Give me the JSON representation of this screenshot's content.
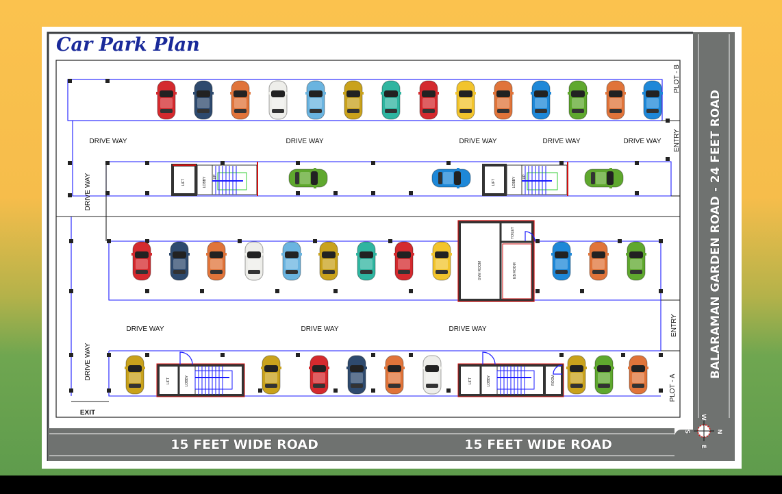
{
  "title": "Car Park Plan",
  "labels": {
    "drive_way": "DRIVE WAY",
    "entry": "ENTRY",
    "plot_a": "PLOT - A",
    "plot_b": "PLOT - B",
    "exit": "EXIT",
    "gym_room": "GYM ROOM",
    "eb_room": "EB ROOM",
    "toilet": "TOILET",
    "lift": "LIFT",
    "lobby": "LOBBY",
    "room": "ROOM",
    "up": "UP"
  },
  "roads": {
    "bottom": "15 FEET WIDE ROAD",
    "right": "BALARAMAN GARDEN ROAD - 24 FEET ROAD"
  },
  "compass": {
    "n": "N",
    "s": "S",
    "e": "E",
    "w": "W"
  },
  "colors": {
    "red": "#d42a2e",
    "navy": "#2e4a6e",
    "orange": "#e0743a",
    "white": "#eeeeea",
    "lightblue": "#6ab4e0",
    "mustard": "#c9a21c",
    "teal": "#2fb5a0",
    "yellow": "#f2c42c",
    "blue": "#1e88d8",
    "green": "#5fa82e",
    "plan_line": "#1a1aff",
    "wall": "#333333",
    "accent": "#d01010",
    "road": "#6f7270"
  },
  "cars": {
    "top_row": [
      "red",
      "navy",
      "orange",
      "white",
      "lightblue",
      "mustard",
      "teal",
      "red",
      "yellow",
      "orange",
      "blue",
      "green",
      "orange",
      "blue"
    ],
    "aisle": [
      "green",
      "blue",
      "green"
    ],
    "middle_row": [
      "red",
      "navy",
      "orange",
      "white",
      "lightblue",
      "mustard",
      "teal",
      "red",
      "yellow",
      "blue",
      "orange",
      "green"
    ],
    "bottom_row": [
      "mustard",
      "mustard",
      "red",
      "navy",
      "orange",
      "white",
      "mustard",
      "green",
      "orange"
    ]
  }
}
